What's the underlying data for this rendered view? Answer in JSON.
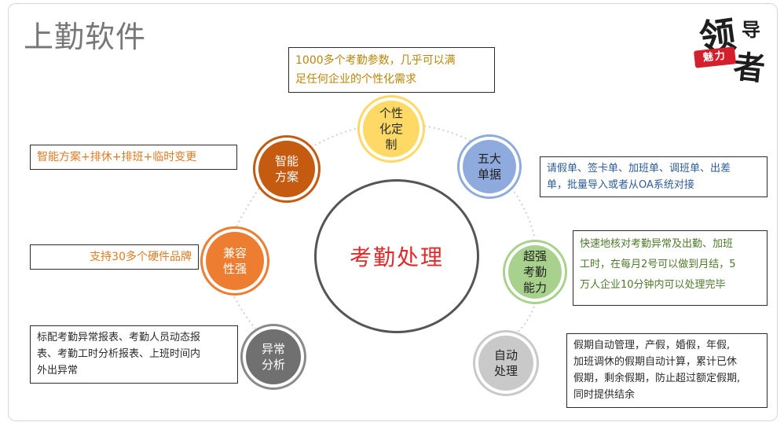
{
  "page": {
    "title": "上勤软件"
  },
  "logo": {
    "char1": "领",
    "char2": "导",
    "char3": "者",
    "seal": "魅力"
  },
  "center": {
    "label": "考勤处理"
  },
  "nodes": [
    {
      "key": "personal",
      "label": "个性\n化定\n制",
      "color": "#ffd966",
      "text_color": "#2b2b2b"
    },
    {
      "key": "five",
      "label": "五大\n单据",
      "color": "#8faadc",
      "text_color": "#1f1f1f"
    },
    {
      "key": "super",
      "label": "超强\n考勤\n能力",
      "color": "#a9d18e",
      "text_color": "#1f1f1f"
    },
    {
      "key": "auto",
      "label": "自动\n处理",
      "color": "#c9c9c9",
      "text_color": "#1f1f1f"
    },
    {
      "key": "abnormal",
      "label": "异常\n分析",
      "color": "#707070",
      "text_color": "#ffffff"
    },
    {
      "key": "compatible",
      "label": "兼容\n性强",
      "color": "#ed7d31",
      "text_color": "#ffffff"
    },
    {
      "key": "smart",
      "label": "智能\n方案",
      "color": "#c55a11",
      "text_color": "#ffffff"
    }
  ],
  "boxes": {
    "personal": {
      "text": "1000多个考勤参数，几乎可以满\n足任何企业的个性化需求",
      "color": "#b8860b"
    },
    "five": {
      "text": "请假单、签卡单、加班单、调班单、出差\n单，批量导入或者从OA系统对接",
      "color": "#2e5c9a"
    },
    "super": {
      "text": "快速地核对考勤异常及出勤、加班\n工时，在每月2号可以做到月结，5\n万人企业10分钟内可以处理完毕",
      "color": "#4e7a2c"
    },
    "auto": {
      "text": "假期自动管理，产假，婚假，年假,\n加班调休的假期自动计算，累计已休\n假期，剩余假期，防止超过额定假期,\n同时提供结余",
      "color": "#2b2b2b"
    },
    "abnormal": {
      "text": "标配考勤异常报表、考勤人员动态报\n表、考勤工时分析报表、上班时间内\n外出异常",
      "color": "#2b2b2b"
    },
    "compatible": {
      "text": "支持30多个硬件品牌",
      "color": "#e07b24"
    },
    "smart": {
      "text": "智能方案+排休+排班+临时变更",
      "color": "#e07b24"
    }
  }
}
